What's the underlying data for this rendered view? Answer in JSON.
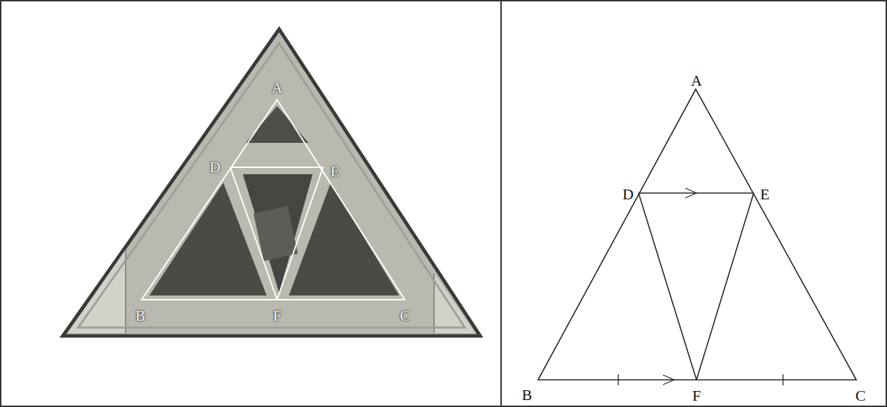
{
  "diagram": {
    "labels": [
      "A",
      "D",
      "E",
      "B",
      "F",
      "C",
      "A",
      "D",
      "E",
      "B",
      "F",
      "C"
    ]
  }
}
